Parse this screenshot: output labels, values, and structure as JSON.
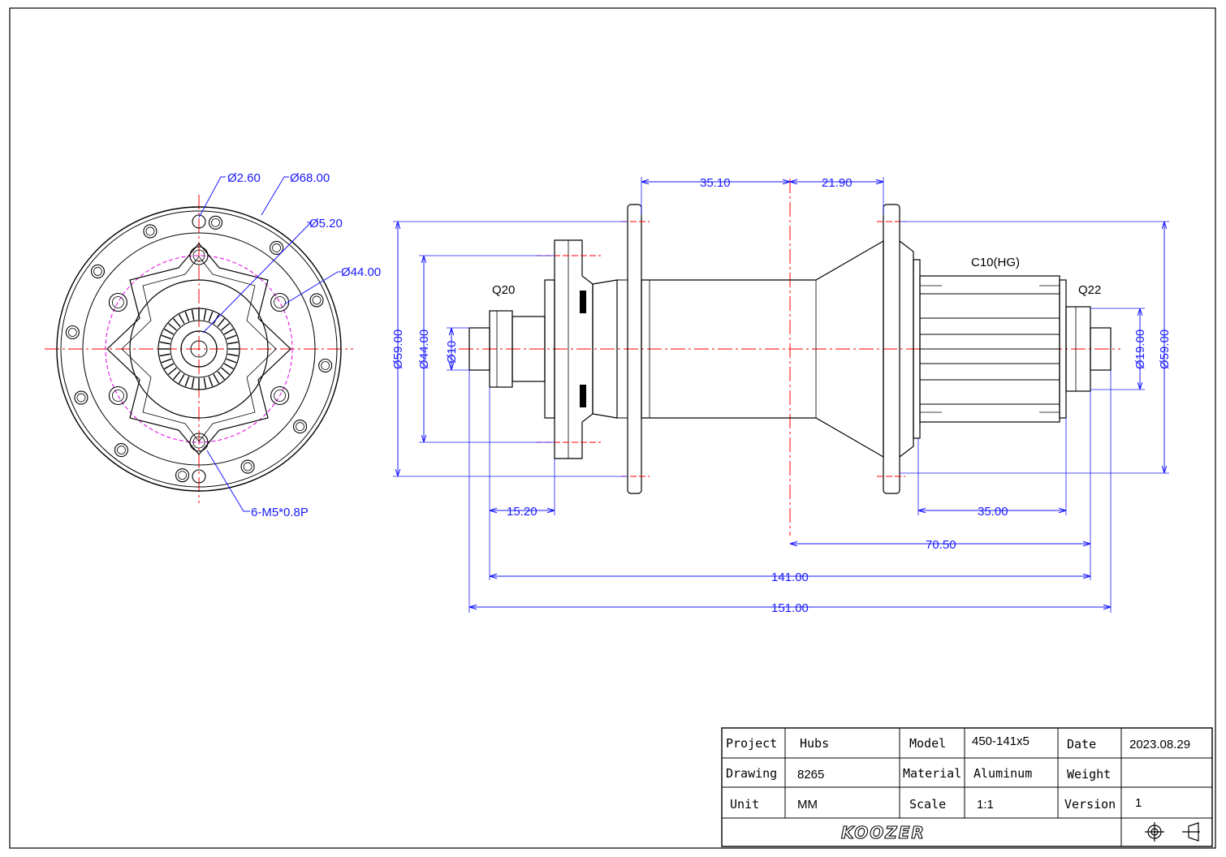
{
  "front_view": {
    "dims": [
      "Ø2.60",
      "Ø68.00",
      "Ø5.20",
      "Ø44.00",
      "6-M5*0.8P"
    ]
  },
  "side_view": {
    "horizontal_dims": [
      "35.10",
      "21.90",
      "15.20",
      "35.00",
      "70.50",
      "141.00",
      "151.00"
    ],
    "vertical_dims": [
      "Ø59.00",
      "Ø44.00",
      "Ø10",
      "Ø19.00",
      "Ø59.00"
    ],
    "labels": [
      "Q20",
      "C10(HG)",
      "Q22"
    ]
  },
  "title_block": {
    "project_label": "Project",
    "project_value": "Hubs",
    "model_label": "Model",
    "model_value": "450-141x5",
    "date_label": "Date",
    "date_value": "2023.08.29",
    "drawing_label": "Drawing",
    "drawing_value": "8265",
    "material_label": "Material",
    "material_value": "Aluminum",
    "weight_label": "Weight",
    "weight_value": "",
    "unit_label": "Unit",
    "unit_value": "MM",
    "scale_label": "Scale",
    "scale_value": "1:1",
    "version_label": "Version",
    "version_value": "1",
    "brand": "KOOZER",
    "icons": [
      "projection-symbol-icon",
      "first-angle-symbol-icon"
    ]
  },
  "colors": {
    "dimension": "#1a1aff",
    "centerline": "#ff0000",
    "pitch_circle": "#e000e0",
    "outline": "#000000"
  }
}
